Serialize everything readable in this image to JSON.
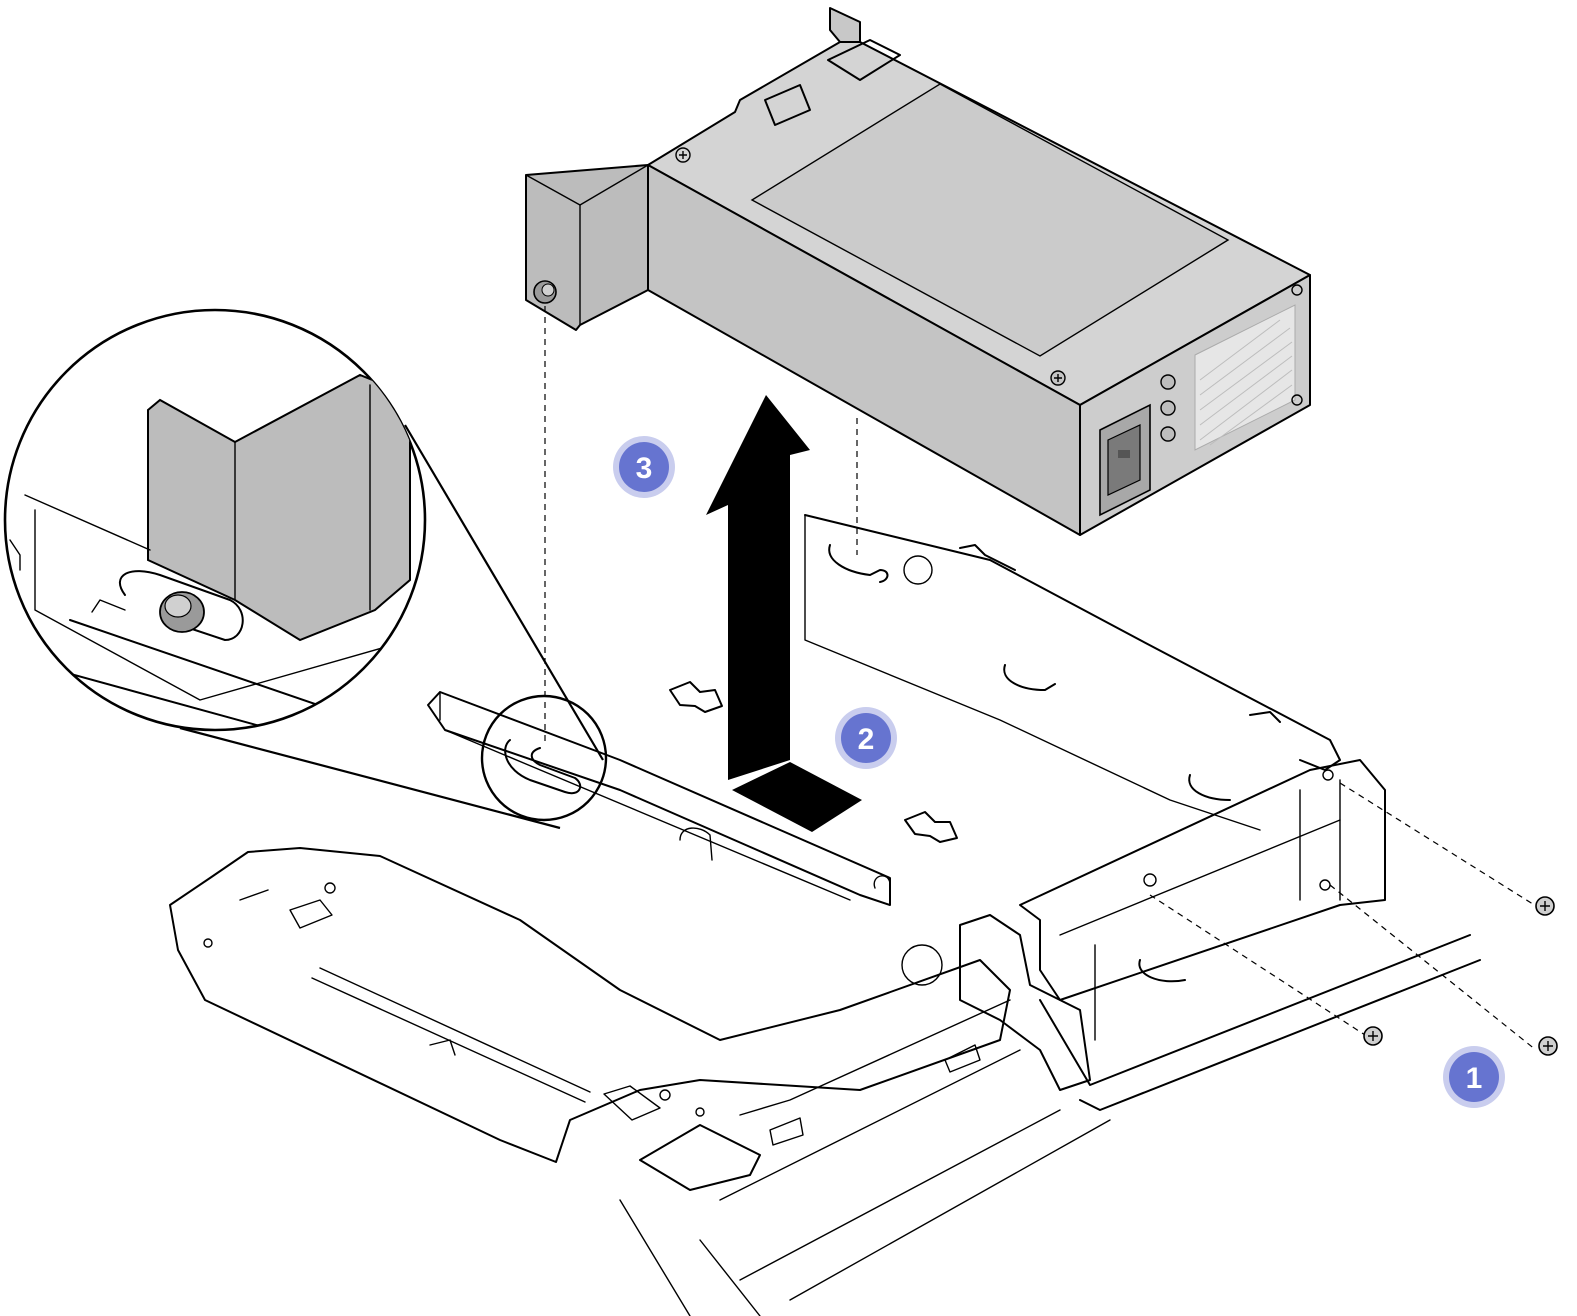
{
  "colors": {
    "callout_fill": "#6674d0",
    "callout_ring": "#c9cdee",
    "psu_top": "#d4d4d4",
    "psu_side": "#c4c4c4",
    "psu_shade": "#b0b0b0",
    "arrow": "#000000"
  },
  "callouts": [
    {
      "id": "step-1",
      "label": "1"
    },
    {
      "id": "step-2",
      "label": "2"
    },
    {
      "id": "step-3",
      "label": "3"
    }
  ],
  "icons": [
    "screw-icon",
    "magnifier-circle",
    "up-arrow-icon",
    "power-supply-unit",
    "chassis-bracket"
  ]
}
